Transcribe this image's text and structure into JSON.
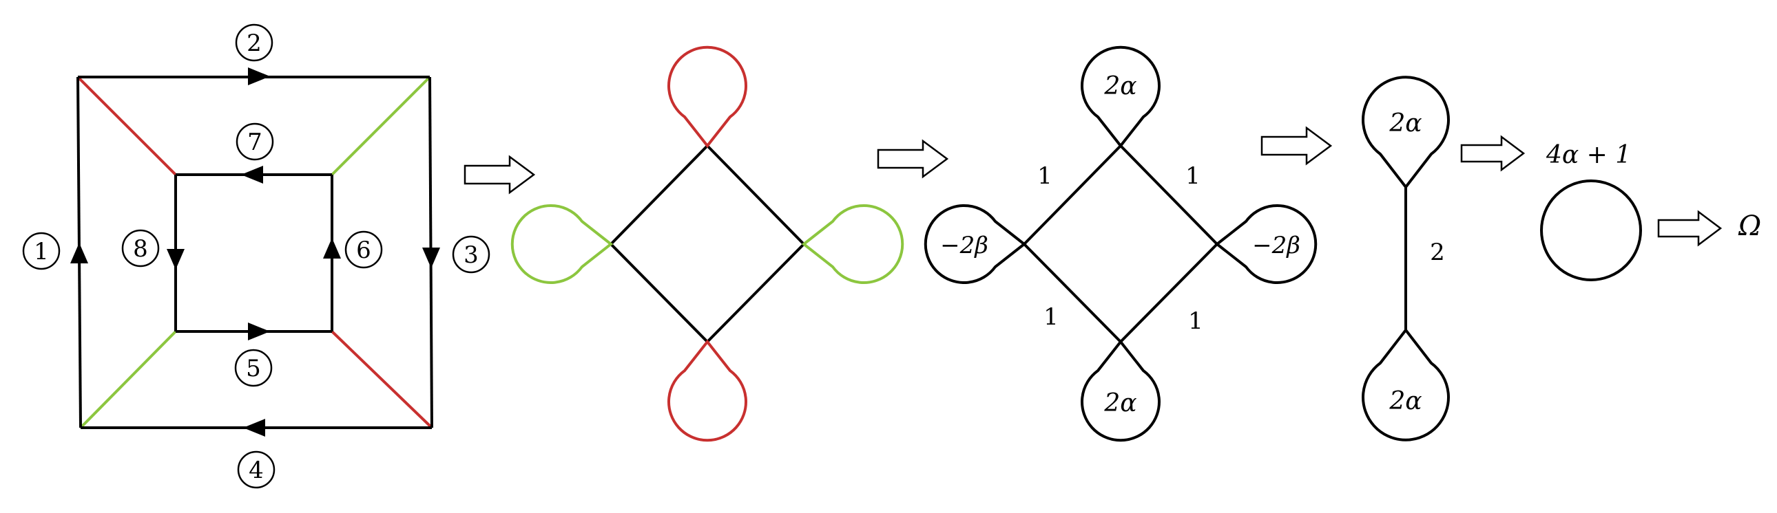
{
  "colors": {
    "black": "#000000",
    "red": "#c8302f",
    "green": "#8cc63f",
    "arrow_fill": "#ffffff"
  },
  "square": {
    "edge_labels": [
      "1",
      "2",
      "3",
      "4",
      "5",
      "6",
      "7",
      "8"
    ]
  },
  "weights": {
    "diamond_edge": "1",
    "loop_top": "2α",
    "loop_bottom": "2α",
    "loop_left": "−2β",
    "loop_right": "−2β",
    "dumbbell_top": "2α",
    "dumbbell_bottom": "2α",
    "dumbbell_edge": "2",
    "circle_weight": "4α + 1",
    "result": "Ω"
  }
}
